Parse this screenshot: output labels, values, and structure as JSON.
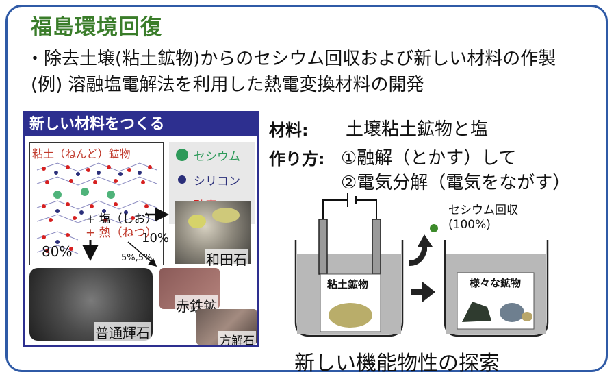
{
  "title": "福島環境回復",
  "bullets": [
    "・除去土壌(粘土鉱物)からのセシウム回収および新しい材料の作製",
    "(例) 溶融塩電解法を利用した熱電変換材料の開発"
  ],
  "left_panel": {
    "header": "新しい材料をつくる",
    "clay_label": "粘土（ねんど）鉱物",
    "legend": [
      {
        "label": "セシウム",
        "color": "#2e9a5a"
      },
      {
        "label": "シリコン",
        "color": "#2b2f7a"
      },
      {
        "label": "酸素",
        "color": "#d62020"
      }
    ],
    "salt": "+ 塩（しお）",
    "heat": "+ 熱（ねつ）",
    "pct_wada": "10%",
    "pct_main": "80%",
    "pct_small": "5%,5%",
    "rocks": {
      "wada": "和田石",
      "augite": "普通輝石",
      "hematite": "赤鉄鉱",
      "calcite": "方解石"
    }
  },
  "right_panel": {
    "material_label": "材料:",
    "material_value": "土壌粘土鉱物と塩",
    "method_label": "作り方:",
    "step1": "①融解（とかす）して",
    "step2": "②電気分解（電気をながす）",
    "cesium_recovery": "セシウム回収",
    "cesium_pct": "(100%)",
    "beaker1_label": "粘土鉱物",
    "beaker2_label": "様々な鉱物",
    "caption": "新しい機能物性の探索"
  }
}
